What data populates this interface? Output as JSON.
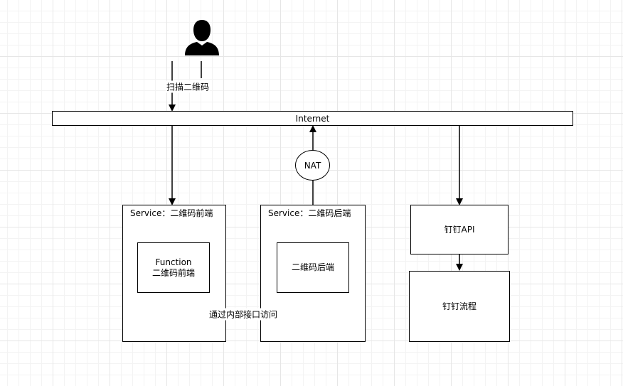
{
  "user": {
    "icon": "person-icon",
    "action_label": "扫描二维码"
  },
  "internet": {
    "label": "Internet"
  },
  "nat": {
    "label": "NAT"
  },
  "frontend_service": {
    "title": "Service：二维码前端",
    "function_line1": "Function",
    "function_line2": "二维码前端"
  },
  "backend_service": {
    "title": "Service：二维码后端",
    "inner_label": "二维码后端"
  },
  "internal_access_label": "通过内部接口访问",
  "dingtalk": {
    "api_label": "钉钉API",
    "flow_label": "钉钉流程"
  },
  "colors": {
    "line": "#000000",
    "grid": "#e6e6e6",
    "background": "#ffffff"
  }
}
